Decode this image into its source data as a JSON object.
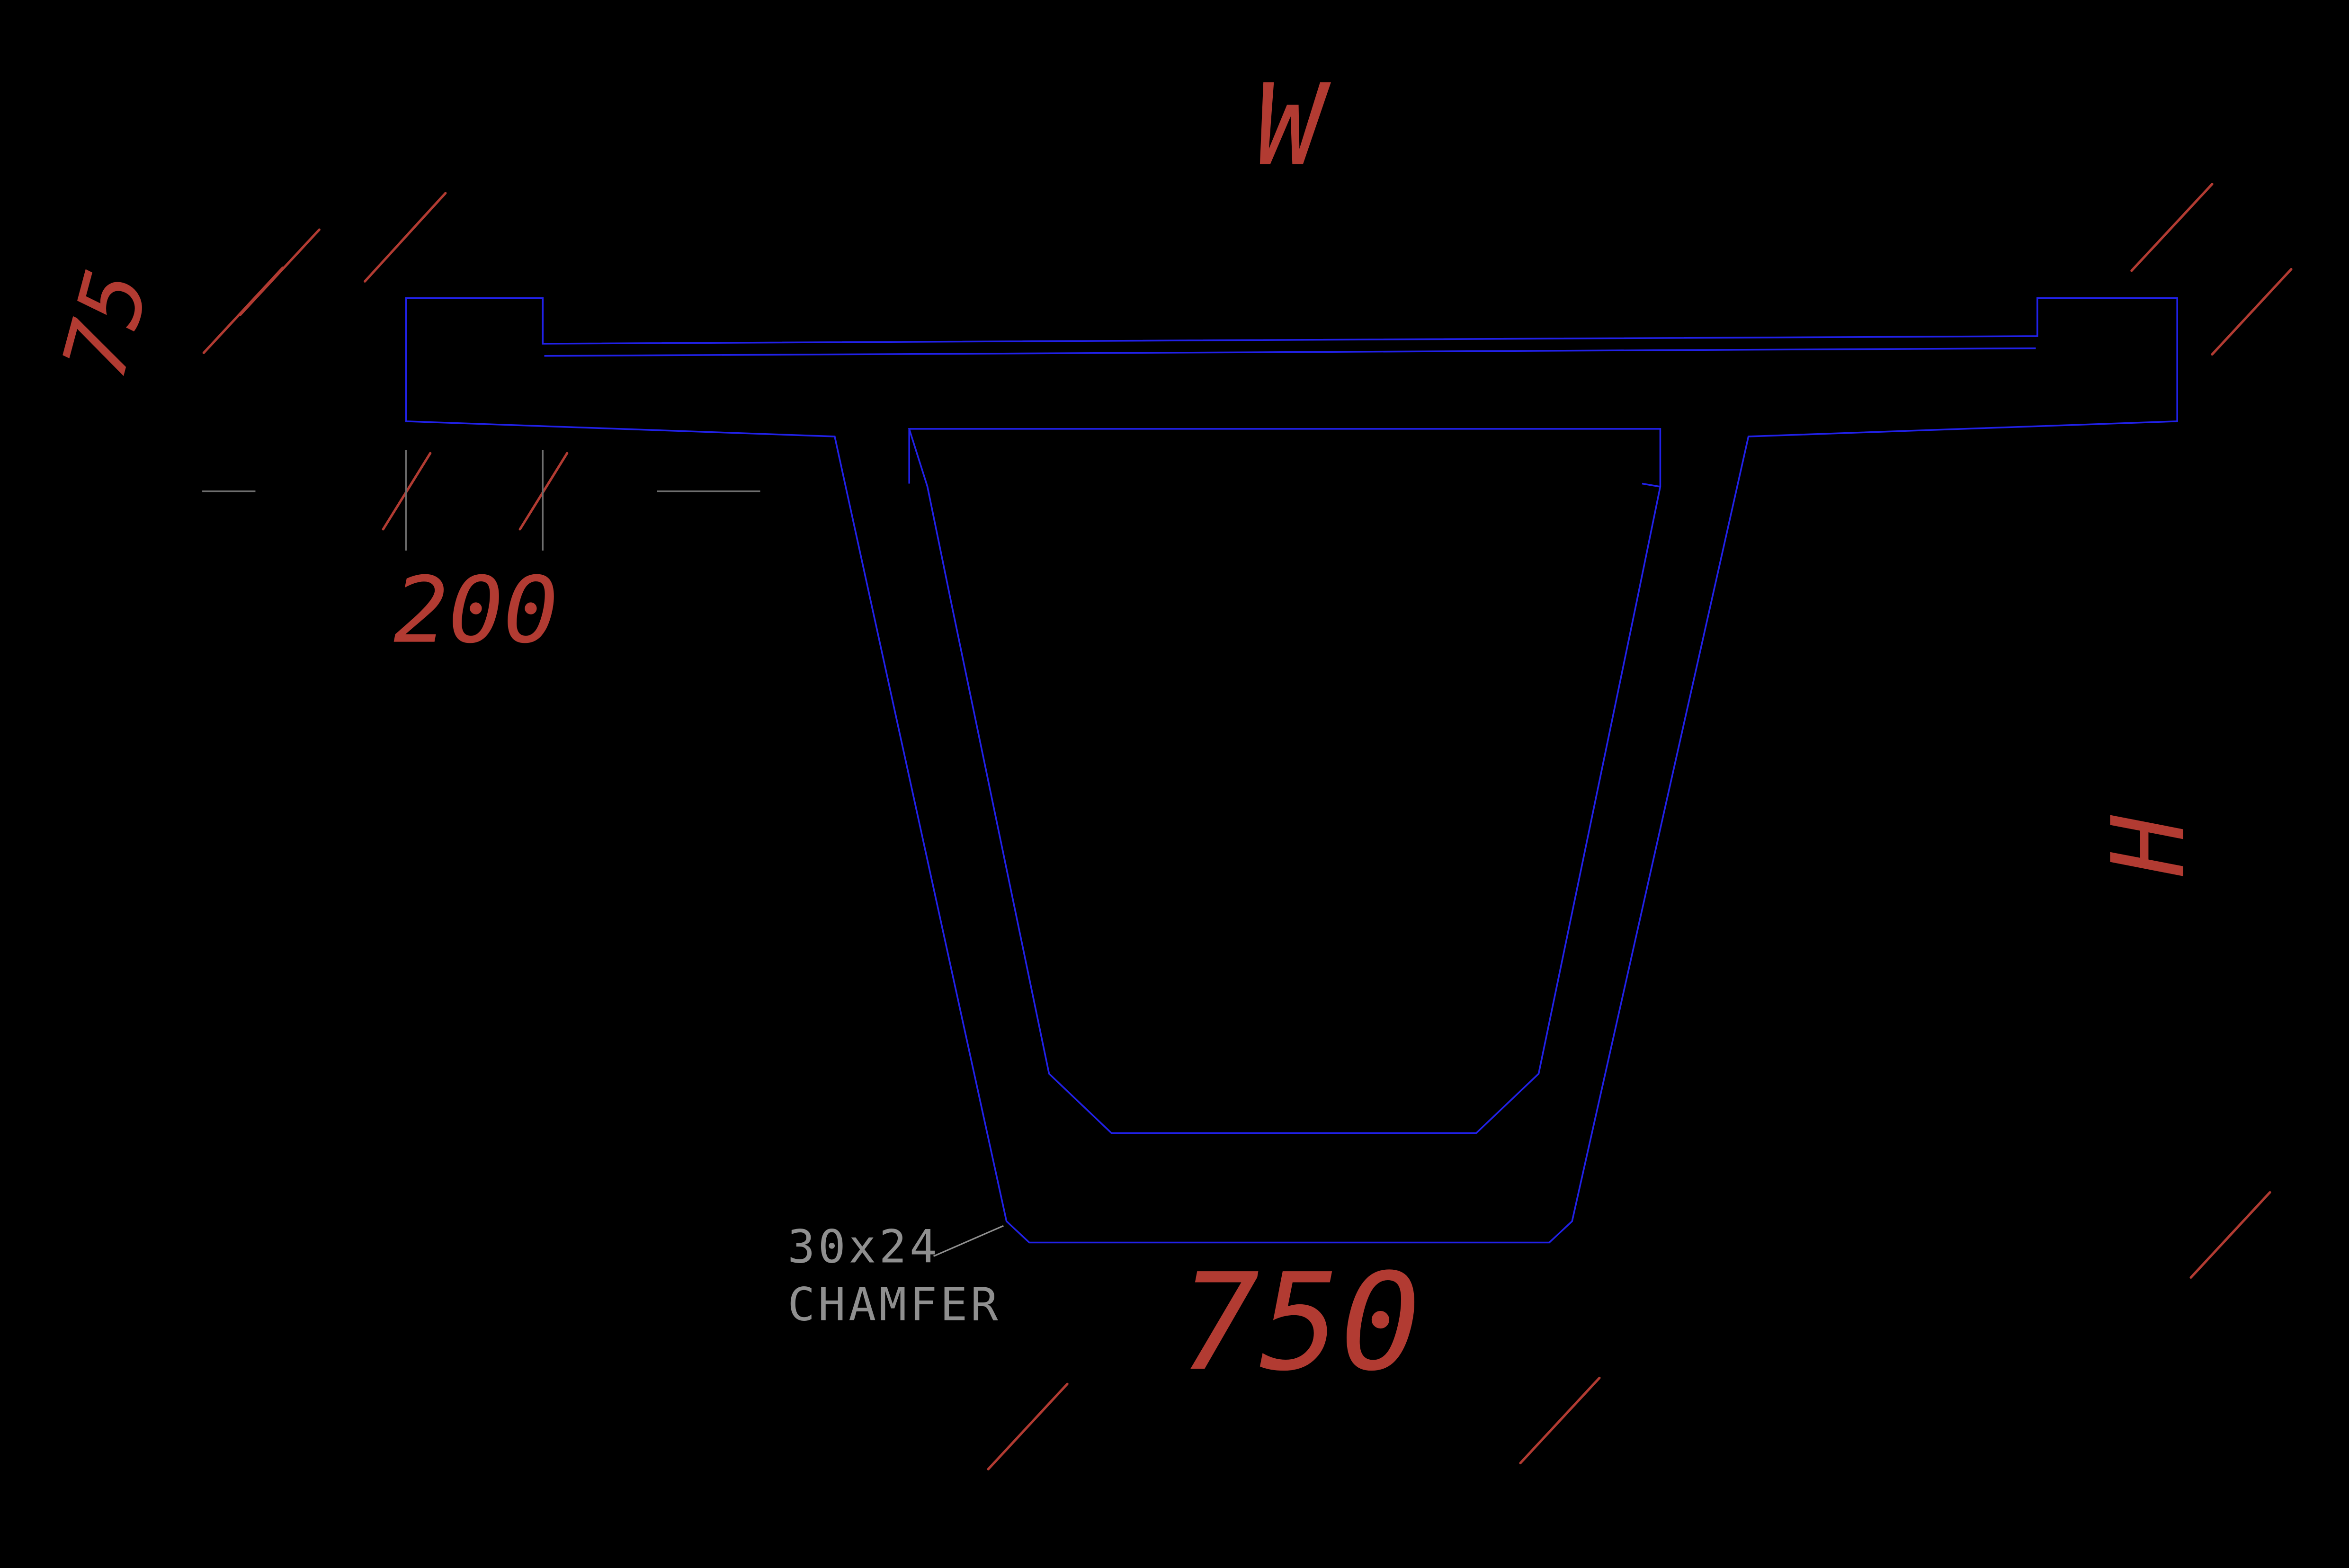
{
  "drawing": {
    "title": "box-girder-cross-section",
    "labels": {
      "top_width_dim": "W",
      "edge_thickness_dim": "75",
      "end_block_width_dim": "200",
      "section_height_dim": "H",
      "bottom_width_dim": "750",
      "chamfer_note_line1": "30x24",
      "chamfer_note_line2": "CHAMFER"
    },
    "colors": {
      "background": "#000000",
      "outline": "#2121e8",
      "dimension": "#b23b32",
      "annotation": "#8f8f8f",
      "extension": "#6f6f6f"
    }
  }
}
